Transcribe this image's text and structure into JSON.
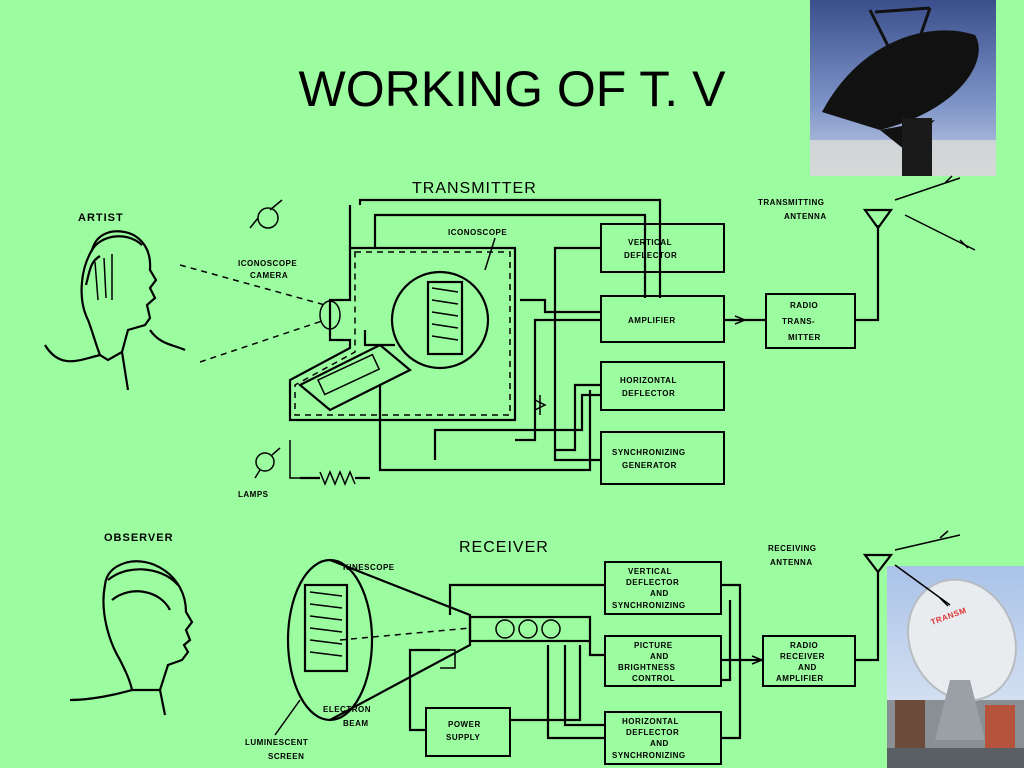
{
  "slide": {
    "title": "WORKING OF T. V"
  },
  "transmitter": {
    "heading": "TRANSMITTER",
    "artist": "ARTIST",
    "iconoscope_camera_1": "ICONOSCOPE",
    "iconoscope_camera_2": "CAMERA",
    "iconoscope": "ICONOSCOPE",
    "lamps": "LAMPS",
    "vertical_deflector_1": "VERTICAL",
    "vertical_deflector_2": "DEFLECTOR",
    "amplifier": "AMPLIFIER",
    "horizontal_deflector_1": "HORIZONTAL",
    "horizontal_deflector_2": "DEFLECTOR",
    "sync_generator_1": "SYNCHRONIZING",
    "sync_generator_2": "GENERATOR",
    "radio_transmitter_1": "RADIO",
    "radio_transmitter_2": "TRANS-",
    "radio_transmitter_3": "MITTER",
    "antenna_1": "TRANSMITTING",
    "antenna_2": "ANTENNA"
  },
  "receiver": {
    "heading": "RECEIVER",
    "observer": "OBSERVER",
    "kinescope": "KINESCOPE",
    "electron_beam_1": "ELECTRON",
    "electron_beam_2": "BEAM",
    "luminescent_screen_1": "LUMINESCENT",
    "luminescent_screen_2": "SCREEN",
    "power_supply_1": "POWER",
    "power_supply_2": "SUPPLY",
    "vertical_1": "VERTICAL",
    "vertical_2": "DEFLECTOR",
    "vertical_3": "AND",
    "vertical_4": "SYNCHRONIZING",
    "picture_1": "PICTURE",
    "picture_2": "AND",
    "picture_3": "BRIGHTNESS",
    "picture_4": "CONTROL",
    "horizontal_1": "HORIZONTAL",
    "horizontal_2": "DEFLECTOR",
    "horizontal_3": "AND",
    "horizontal_4": "SYNCHRONIZING",
    "radio_1": "RADIO",
    "radio_2": "RECEIVER",
    "radio_3": "AND",
    "radio_4": "AMPLIFIER",
    "antenna_1": "RECEIVING",
    "antenna_2": "ANTENNA"
  }
}
